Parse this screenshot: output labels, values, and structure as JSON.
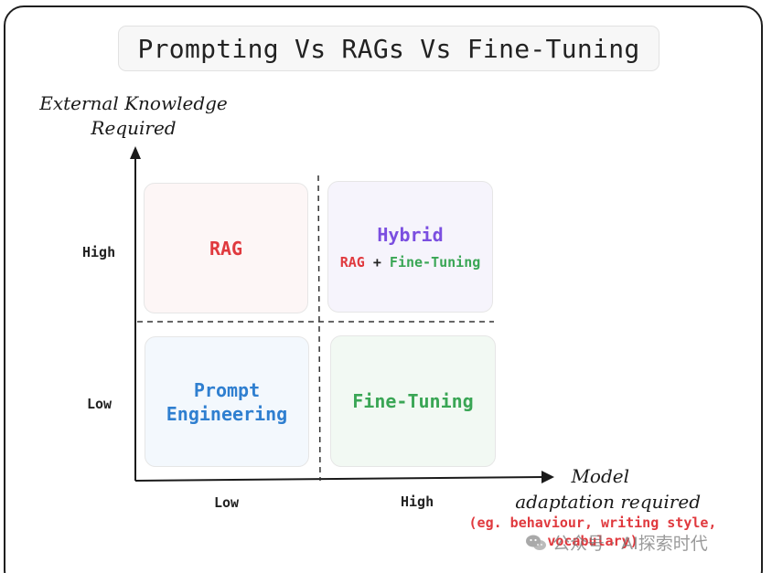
{
  "title": "Prompting Vs RAGs Vs Fine-Tuning",
  "y_axis": {
    "title_line1": "External Knowledge",
    "title_line2": "Required",
    "ticks": [
      "High",
      "Low"
    ]
  },
  "x_axis": {
    "title_line1": "Model",
    "title_line2": "adaptation required",
    "note_line1": "(eg. behaviour, writing style,",
    "note_line2": "vocabulary)",
    "ticks": [
      "Low",
      "High"
    ]
  },
  "quadrants": {
    "rag": {
      "label": "RAG",
      "color": "#e0393e"
    },
    "hybrid": {
      "label": "Hybrid",
      "color": "#7b4fe0",
      "sub_left": "RAG",
      "sub_plus": "+",
      "sub_right": "Fine-Tuning"
    },
    "prompt": {
      "label_line1": "Prompt",
      "label_line2": "Engineering",
      "color": "#2f7fd0"
    },
    "fine_tuning": {
      "label": "Fine-Tuning",
      "color": "#3aa655"
    }
  },
  "watermark": {
    "text": "公众号 · AI探索时代",
    "icon": "wechat-icon"
  }
}
